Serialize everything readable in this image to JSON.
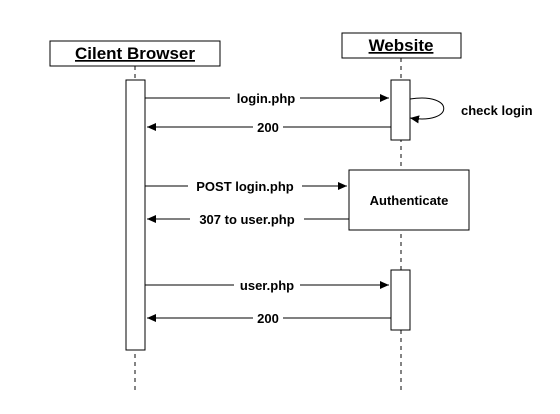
{
  "participants": {
    "client": {
      "label": "Cilent Browser"
    },
    "website": {
      "label": "Website"
    }
  },
  "messages": [
    {
      "id": "msg-login",
      "label": "login.php",
      "direction": "client-to-website"
    },
    {
      "id": "msg-200-first",
      "label": "200",
      "direction": "website-to-client"
    },
    {
      "id": "msg-post-login",
      "label": "POST login.php",
      "direction": "client-to-website"
    },
    {
      "id": "msg-307",
      "label": "307 to user.php",
      "direction": "website-to-client"
    },
    {
      "id": "msg-user",
      "label": "user.php",
      "direction": "client-to-website"
    },
    {
      "id": "msg-200-second",
      "label": "200",
      "direction": "website-to-client"
    }
  ],
  "self_message": {
    "label": "check login"
  },
  "process_box": {
    "label": "Authenticate"
  },
  "colors": {
    "line": "#000000",
    "lifeline": "#333333",
    "background": "#ffffff"
  }
}
